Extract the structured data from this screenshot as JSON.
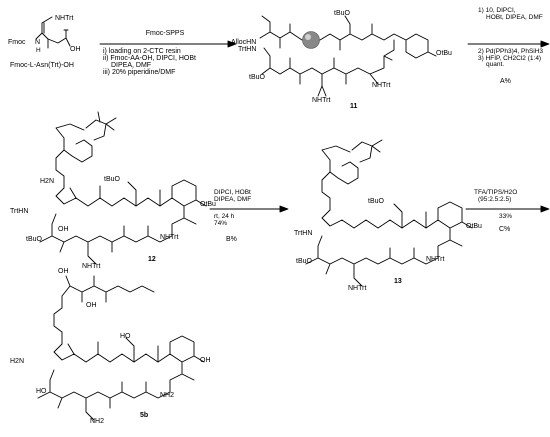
{
  "compounds": {
    "start": {
      "amide_nh": "NHTrt",
      "fmoc": "Fmoc",
      "nh": "N",
      "h": "H",
      "acid": "OH",
      "name": "Fmoc-L-Asn(Trt)-OH"
    },
    "c11": {
      "number": "11",
      "alloc": "AllocHN",
      "trthn": "TrtHN",
      "tbuo_top": "tBuO",
      "tbuo_bottom": "tBuO",
      "otbu": "OtBu",
      "nhtrt_right": "NHTrt",
      "nhtrt_bottom": "NHTrt"
    },
    "c12": {
      "number": "12",
      "h2n": "H2N",
      "trthn": "TrtHN",
      "tbuo_top": "tBuO",
      "tbuo_bottom": "tBuO",
      "otbu": "OtBu",
      "nhtrt_right": "NHTrt",
      "nhtrt_bottom": "NHTrt",
      "oh": "OH"
    },
    "c13": {
      "number": "13",
      "trthn": "TrtHN",
      "tbuo_top": "tBuO",
      "tbuo_bottom": "tBuO",
      "otbu": "OtBu",
      "nhtrt_right": "NHTrt",
      "nhtrt_bottom": "NHTrt"
    },
    "c5b": {
      "number": "5b",
      "h2n": "H2N",
      "oh_a": "OH",
      "oh_b": "OH",
      "ho_ser": "HO",
      "oh_tyr": "OH",
      "nh2_right": "NH2",
      "nh2_bottom": "NH2"
    }
  },
  "arrows": {
    "spps": {
      "title": "Fmoc-SPPS",
      "steps": [
        "i) loading on 2-CTC resin",
        "ii) Fmoc-AA-OH, DIPCI, HOBt",
        "DIPEA, DMF",
        "iii) 20% piperidine/DMF"
      ]
    },
    "step_a": {
      "lines": [
        "1) 10, DIPCI,",
        "HOBt, DIPEA, DMF",
        "2) Pd(PPh3)4, PhSiH3",
        "3) HFIP, CH2Cl2 (1:4)",
        "quant."
      ],
      "yield_code": "A%"
    },
    "step_b": {
      "above": [
        "DIPCI, HOBt",
        "DIPEA, DMF"
      ],
      "below": [
        "rt, 24 h",
        "74%"
      ],
      "yield_code": "B%"
    },
    "step_c": {
      "above": [
        "TFA/TIPS/H2O",
        "(95:2.5:2.5)"
      ],
      "below": [
        "33%"
      ],
      "yield_code": "C%"
    }
  }
}
